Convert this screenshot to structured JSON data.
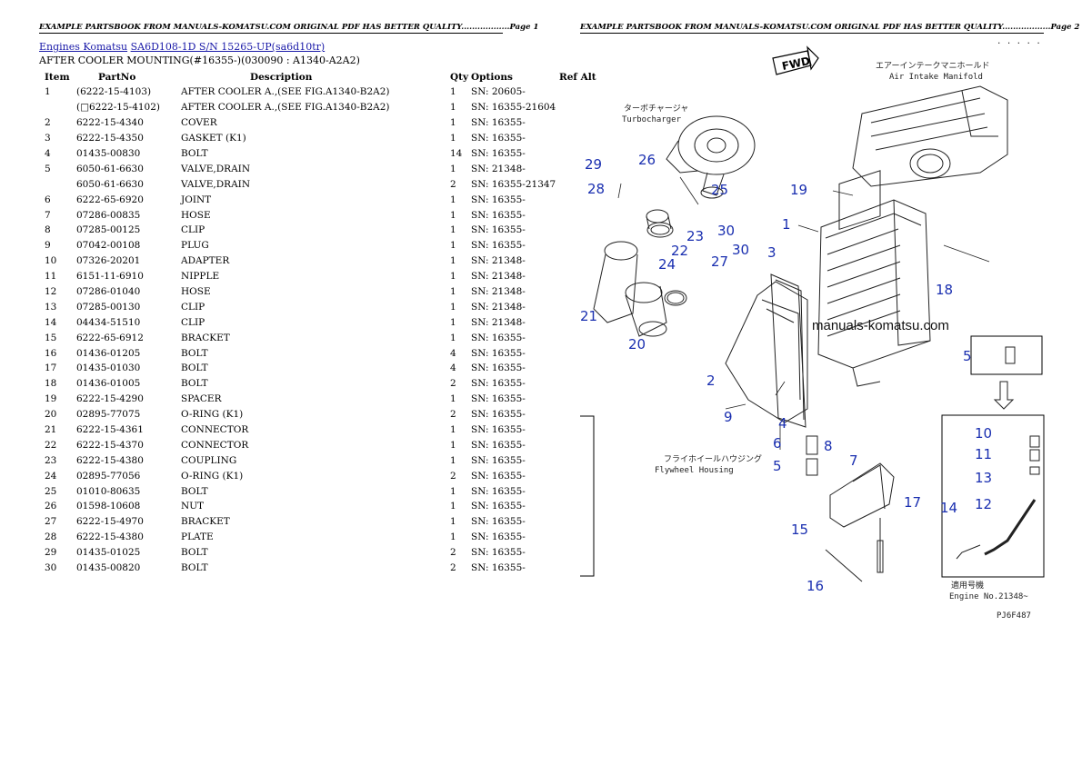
{
  "header": {
    "page1": "EXAMPLE PARTSBOOK FROM MANUALS-KOMATSU.COM ORIGINAL PDF HAS BETTER QUALITY..................Page 1",
    "page2": "EXAMPLE PARTSBOOK FROM MANUALS-KOMATSU.COM ORIGINAL PDF HAS BETTER QUALITY..................Page 2"
  },
  "breadcrumb": {
    "link1": "Engines Komatsu",
    "link2": "SA6D108-1D S/N 15265-UP(sa6d10tr)"
  },
  "subtitle": "AFTER COOLER MOUNTING(#16355-)(030090 : A1340-A2A2)",
  "table": {
    "headers": [
      "Item",
      "PartNo",
      "Description",
      "Qty",
      "Options",
      "Ref Alt"
    ],
    "rows": [
      [
        "1",
        "(6222-15-4103)",
        "AFTER COOLER A.,(SEE FIG.A1340-B2A2)",
        "1",
        "SN: 20605-",
        ""
      ],
      [
        "",
        "(□6222-15-4102)",
        "AFTER COOLER A.,(SEE FIG.A1340-B2A2)",
        "1",
        "SN: 16355-21604",
        ""
      ],
      [
        "2",
        "6222-15-4340",
        "COVER",
        "1",
        "SN: 16355-",
        ""
      ],
      [
        "3",
        "6222-15-4350",
        "GASKET (K1)",
        "1",
        "SN: 16355-",
        ""
      ],
      [
        "4",
        "01435-00830",
        "BOLT",
        "14",
        "SN: 16355-",
        ""
      ],
      [
        "5",
        "6050-61-6630",
        "VALVE,DRAIN",
        "1",
        "SN: 21348-",
        ""
      ],
      [
        "",
        "6050-61-6630",
        "VALVE,DRAIN",
        "2",
        "SN: 16355-21347",
        ""
      ],
      [
        "6",
        "6222-65-6920",
        "JOINT",
        "1",
        "SN: 16355-",
        ""
      ],
      [
        "7",
        "07286-00835",
        "HOSE",
        "1",
        "SN: 16355-",
        ""
      ],
      [
        "8",
        "07285-00125",
        "CLIP",
        "1",
        "SN: 16355-",
        ""
      ],
      [
        "9",
        "07042-00108",
        "PLUG",
        "1",
        "SN: 16355-",
        ""
      ],
      [
        "10",
        "07326-20201",
        "ADAPTER",
        "1",
        "SN: 21348-",
        ""
      ],
      [
        "11",
        "6151-11-6910",
        "NIPPLE",
        "1",
        "SN: 21348-",
        ""
      ],
      [
        "12",
        "07286-01040",
        "HOSE",
        "1",
        "SN: 21348-",
        ""
      ],
      [
        "13",
        "07285-00130",
        "CLIP",
        "1",
        "SN: 21348-",
        ""
      ],
      [
        "14",
        "04434-51510",
        "CLIP",
        "1",
        "SN: 21348-",
        ""
      ],
      [
        "15",
        "6222-65-6912",
        "BRACKET",
        "1",
        "SN: 16355-",
        ""
      ],
      [
        "16",
        "01436-01205",
        "BOLT",
        "4",
        "SN: 16355-",
        ""
      ],
      [
        "17",
        "01435-01030",
        "BOLT",
        "4",
        "SN: 16355-",
        ""
      ],
      [
        "18",
        "01436-01005",
        "BOLT",
        "2",
        "SN: 16355-",
        ""
      ],
      [
        "19",
        "6222-15-4290",
        "SPACER",
        "1",
        "SN: 16355-",
        ""
      ],
      [
        "20",
        "02895-77075",
        "O-RING (K1)",
        "2",
        "SN: 16355-",
        ""
      ],
      [
        "21",
        "6222-15-4361",
        "CONNECTOR",
        "1",
        "SN: 16355-",
        ""
      ],
      [
        "22",
        "6222-15-4370",
        "CONNECTOR",
        "1",
        "SN: 16355-",
        ""
      ],
      [
        "23",
        "6222-15-4380",
        "COUPLING",
        "1",
        "SN: 16355-",
        ""
      ],
      [
        "24",
        "02895-77056",
        "O-RING (K1)",
        "2",
        "SN: 16355-",
        ""
      ],
      [
        "25",
        "01010-80635",
        "BOLT",
        "1",
        "SN: 16355-",
        ""
      ],
      [
        "26",
        "01598-10608",
        "NUT",
        "1",
        "SN: 16355-",
        ""
      ],
      [
        "27",
        "6222-15-4970",
        "BRACKET",
        "1",
        "SN: 16355-",
        ""
      ],
      [
        "28",
        "6222-15-4380",
        "PLATE",
        "1",
        "SN: 16355-",
        ""
      ],
      [
        "29",
        "01435-01025",
        "BOLT",
        "2",
        "SN: 16355-",
        ""
      ],
      [
        "30",
        "01435-00820",
        "BOLT",
        "2",
        "SN: 16355-",
        ""
      ]
    ]
  },
  "diagram": {
    "fwd": "FWD",
    "jp_air_intake": "エアーインテークマニホールド",
    "air_intake": "Air Intake Manifold",
    "jp_turbo": "ターボチャージャ",
    "turbo": "Turbocharger",
    "jp_flywheel": "フライホイールハウジング",
    "flywheel": "Flywheel Housing",
    "watermark": "manuals-komatsu.com",
    "jp_applicable": "適用号機",
    "engine_no": "Engine No.21348~",
    "code": "PJ6F487",
    "top_right_code": ". . . . . . .",
    "callouts": [
      "29",
      "26",
      "25",
      "28",
      "19",
      "1",
      "23",
      "22",
      "30",
      "30",
      "27",
      "24",
      "3",
      "18",
      "21",
      "20",
      "2",
      "5",
      "9",
      "4",
      "6",
      "8",
      "5",
      "7",
      "15",
      "17",
      "16",
      "10",
      "11",
      "13",
      "12",
      "14"
    ]
  }
}
